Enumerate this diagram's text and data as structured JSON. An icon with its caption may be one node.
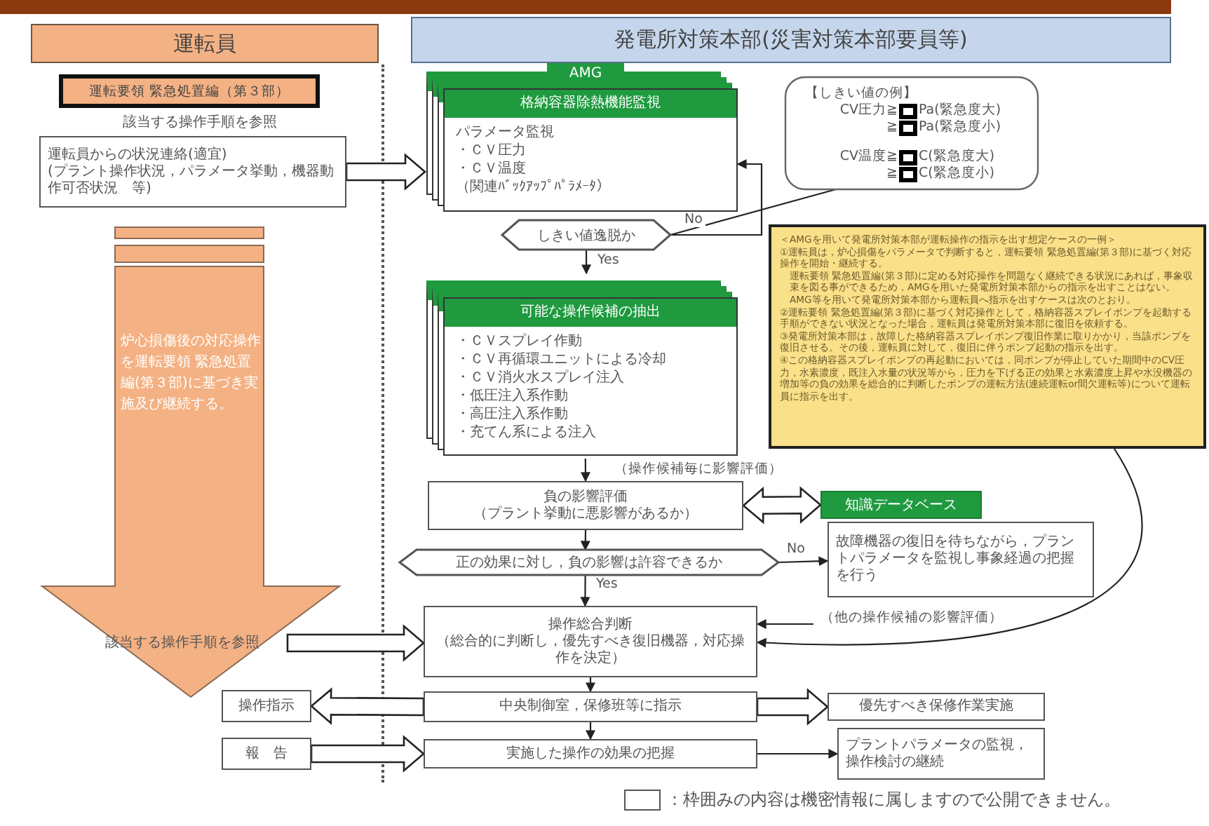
{
  "diagram": {
    "nodes": [
      {
        "text": [
          "運転員"
        ]
      },
      {
        "text": [
          "発電所対策本部(災害対策本部要員等)"
        ]
      },
      {
        "text": [
          "運転要領 緊急処置編（第３部）"
        ]
      },
      {
        "text": [
          "運転員からの状況連絡(適宜)",
          "(プラント操作状況，パラメータ挙動，機器動作可否状況　等)"
        ]
      },
      {
        "text": [
          "AMG",
          "格納容器除熱機能監視",
          "パラメータ監視",
          "・ＣＶ圧力",
          "・ＣＶ温度",
          "（関連ﾊﾞｯｸｱｯﾌﾟﾊﾟﾗﾒｰﾀ）"
        ]
      },
      {
        "text": [
          "【しきい値の例】",
          "CV圧力≧",
          "Pa(緊急度大)",
          "≧",
          "Pa(緊急度小)",
          "CV温度≧",
          "C(緊急度大)",
          "≧",
          "C(緊急度小)"
        ]
      },
      {
        "text": [
          "しきい値逸脱か"
        ]
      },
      {
        "text": [
          "可能な操作候補の抽出",
          "・ＣＶスプレイ作動",
          "・ＣＶ再循環ユニットによる冷却",
          "・ＣＶ消火水スプレイ注入",
          "・低圧注入系作動",
          "・高圧注入系作動",
          "・充てん系による注入"
        ]
      },
      {
        "text": [
          "＜AMGを用いて発電所対策本部が運転操作の指示を出す想定ケースの一例＞",
          "①運転員は，炉心損傷をパラメータで判断すると，運転要領 緊急処置編(第３部)に基づく対応操作を開始・継続する。",
          "運転要領 緊急処置編(第３部)に定める対応操作を問題なく継続できる状況にあれば，事象収束を図る事ができるため，AMGを用いた発電所対策本部からの指示を出すことはない。",
          "AMG等を用いて発電所対策本部から運転員へ指示を出すケースは次のとおり。",
          "②運転要領 緊急処置編(第３部)に基づく対応操作として，格納容器スプレイポンプを起動する手順ができない状況となった場合，運転員は発電所対策本部に復旧を依頼する。",
          "③発電所対策本部は，故障した格納容器スプレイポンプ復旧作業に取りかかり，当該ポンプを復旧させる。その後，運転員に対して，復旧に伴うポンプ起動の指示を出す。",
          "④この格納容器スプレイポンプの再起動においては，同ポンプが停止していた期間中のCV圧力，水素濃度，既注入水量の状況等から，圧力を下げる正の効果と水素濃度上昇や水没機器の増加等の負の効果を総合的に判断したポンプの運転方法(連続運転or間欠運転等)について運転員に指示を出す。"
        ]
      },
      {
        "text": [
          "炉心損傷後の対応操作を運転要領 緊急処置編(第３部)に基づき実施及び継続する。"
        ]
      },
      {
        "text": [
          "負の影響評価",
          "（プラント挙動に悪影響があるか）"
        ]
      },
      {
        "text": [
          "知識データベース"
        ]
      },
      {
        "text": [
          "正の効果に対し，負の影響は許容できるか"
        ]
      },
      {
        "text": [
          "故障機器の復旧を待ちながら，プラントパラメータを監視し事象経過の把握を行う"
        ]
      },
      {
        "text": [
          "該当する操作手順を参照"
        ],
        "in": 9
      },
      {
        "text": [
          "操作総合判断",
          "（総合的に判断し，優先すべき復旧機器，対応操作を決定）"
        ]
      },
      {
        "text": [
          "操作指示"
        ]
      },
      {
        "text": [
          "中央制御室，保修班等に指示"
        ]
      },
      {
        "text": [
          "優先すべき保修作業実施"
        ]
      },
      {
        "text": [
          "報　告"
        ]
      },
      {
        "text": [
          "実施した操作の効果の把握"
        ]
      },
      {
        "text": [
          "プラントパラメータの監視，操作検討の継続"
        ]
      }
    ],
    "edges": [
      {
        "from": 3,
        "to": 4,
        "arrow": "to",
        "style": "thick"
      },
      {
        "from": 5,
        "to": 6,
        "arrow": "none"
      },
      {
        "from": 6,
        "to": 4,
        "arrow": "to",
        "label": "No"
      },
      {
        "from": 6,
        "to": 7,
        "arrow": "to",
        "label": "Yes"
      },
      {
        "from": 7,
        "to": 10,
        "arrow": "to",
        "label": "（操作候補毎に影響評価）"
      },
      {
        "from": 10,
        "to": 11,
        "arrow": "both",
        "style": "thick"
      },
      {
        "from": 10,
        "to": 12,
        "arrow": "to"
      },
      {
        "from": 12,
        "to": 13,
        "arrow": "to",
        "label": "No"
      },
      {
        "from": 12,
        "to": 15,
        "arrow": "to",
        "label": "Yes"
      },
      {
        "from": null,
        "to": 15,
        "arrow": "to",
        "label": "（他の操作候補の影響評価）"
      },
      {
        "from": 8,
        "to": 15,
        "arrow": "to"
      },
      {
        "from": 14,
        "to": 15,
        "arrow": "to",
        "style": "thick"
      },
      {
        "from": 15,
        "to": 17,
        "arrow": "to"
      },
      {
        "from": 17,
        "to": 16,
        "arrow": "to",
        "style": "thick"
      },
      {
        "from": 17,
        "to": 18,
        "arrow": "to",
        "style": "thick"
      },
      {
        "from": 17,
        "to": 20,
        "arrow": "to"
      },
      {
        "from": 19,
        "to": 20,
        "arrow": "to",
        "style": "thick"
      },
      {
        "from": 20,
        "to": 21,
        "arrow": "to"
      }
    ],
    "labels": [
      "該当する操作手順を参照"
    ],
    "legend": [
      {
        "text": "：枠囲みの内容は機密情報に属しますので公開できません。"
      }
    ]
  }
}
